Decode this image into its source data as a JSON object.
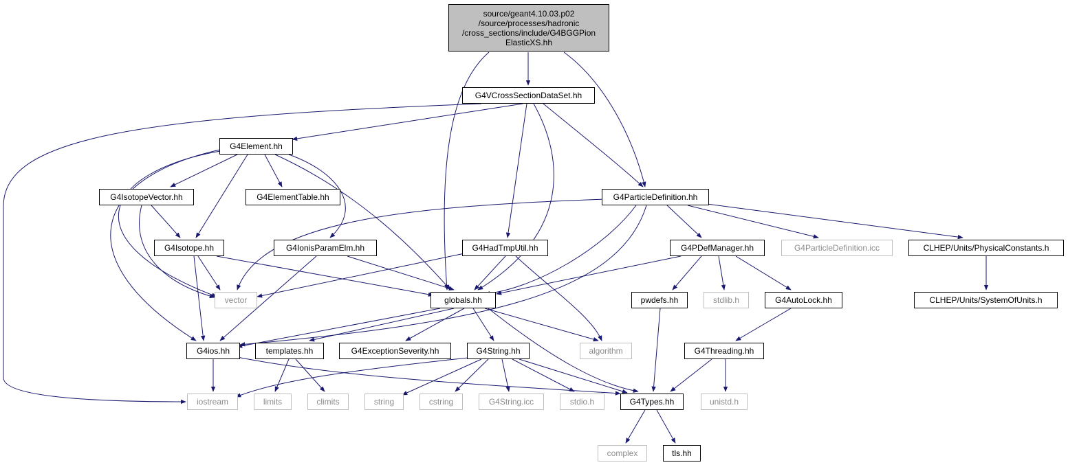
{
  "colors": {
    "edge": "#191970",
    "root_fill": "#bfbfbf",
    "node_border": "#000000",
    "system_border": "#bfbfbf",
    "system_text": "#8c8c8c"
  },
  "root": {
    "lines": [
      "source/geant4.10.03.p02",
      "/source/processes/hadronic",
      "/cross_sections/include/G4BGGPion",
      "ElasticXS.hh"
    ]
  },
  "nodes": {
    "vcross": "G4VCrossSectionDataSet.hh",
    "element": "G4Element.hh",
    "partdef": "G4ParticleDefinition.hh",
    "isovec": "G4IsotopeVector.hh",
    "elemtable": "G4ElementTable.hh",
    "isotope": "G4Isotope.hh",
    "ionis": "G4IonisParamElm.hh",
    "hadtmp": "G4HadTmpUtil.hh",
    "pdefmgr": "G4PDefManager.hh",
    "partdef_icc": "G4ParticleDefinition.icc",
    "physconst": "CLHEP/Units/PhysicalConstants.h",
    "vector": "vector",
    "globals": "globals.hh",
    "pwdefs": "pwdefs.hh",
    "stdlib": "stdlib.h",
    "autolock": "G4AutoLock.hh",
    "sysunits": "CLHEP/Units/SystemOfUnits.h",
    "g4ios": "G4ios.hh",
    "templates": "templates.hh",
    "excsev": "G4ExceptionSeverity.hh",
    "g4string": "G4String.hh",
    "algorithm": "algorithm",
    "threading": "G4Threading.hh",
    "iostream": "iostream",
    "limits": "limits",
    "climits": "climits",
    "string": "string",
    "cstring": "cstring",
    "g4string_icc": "G4String.icc",
    "stdio": "stdio.h",
    "g4types": "G4Types.hh",
    "unistd": "unistd.h",
    "complex": "complex",
    "tls": "tls.hh"
  }
}
